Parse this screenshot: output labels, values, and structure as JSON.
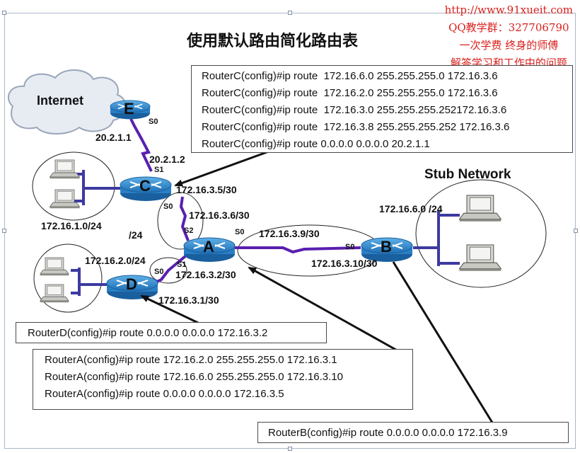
{
  "title": "使用默认路由简化路由表",
  "watermark": {
    "url": "http://www.91xueit.com",
    "qq": "QQ教学群：327706790",
    "line1": "一次学费   终身的师傅",
    "line2": "解答学习和工作中的问题"
  },
  "cloud_label": "Internet",
  "stub_label": "Stub Network",
  "routers": {
    "e": "E",
    "c": "C",
    "a": "A",
    "b": "B",
    "d": "D"
  },
  "ports": {
    "e_s0": "S0",
    "c_s1": "S1",
    "c_s0": "S0",
    "a_s2": "S2",
    "a_s0": "S0",
    "a_s1": "S1",
    "b_s0": "S0",
    "d_s0": "S0"
  },
  "ip_labels": {
    "e_link": "20.2.1.1",
    "c_link": "20.2.1.2",
    "c_a_c": "172.16.3.5/30",
    "c_a_a": "172.16.3.6/30",
    "lan_c": "172.16.1.0/24",
    "slash24": "/24",
    "lan_d": "172.16.2.0/24",
    "a_d_a": "172.16.3.2/30",
    "a_d_d": "172.16.3.1/30",
    "a_b_a": "172.16.3.9/30",
    "a_b_b": "172.16.3.10/30",
    "lan_b": "172.16.6.0 /24"
  },
  "config_c": [
    "RouterC(config)#ip route  172.16.6.0 255.255.255.0 172.16.3.6",
    "RouterC(config)#ip route  172.16.2.0 255.255.255.0 172.16.3.6",
    "RouterC(config)#ip route  172.16.3.0 255.255.255.252172.16.3.6",
    "RouterC(config)#ip route  172.16.3.8 255.255.255.252 172.16.3.6",
    "RouterC(config)#ip route 0.0.0.0 0.0.0.0 20.2.1.1"
  ],
  "config_d": [
    "RouterD(config)#ip route 0.0.0.0 0.0.0.0 172.16.3.2"
  ],
  "config_a": [
    "RouterA(config)#ip route 172.16.2.0 255.255.255.0 172.16.3.1",
    "RouterA(config)#ip route 172.16.6.0 255.255.255.0 172.16.3.10",
    "RouterA(config)#ip route 0.0.0.0 0.0.0.0 172.16.3.5"
  ],
  "config_b": [
    "RouterB(config)#ip route 0.0.0.0 0.0.0.0 172.16.3.9"
  ],
  "icons": {
    "router": "router-icon",
    "computer": "computer-icon",
    "cloud": "cloud-icon"
  },
  "colors": {
    "serial_link": "#5a1fb0",
    "router_body": "#2a7fc4",
    "watermark": "#d9201c",
    "arrow": "#111111"
  }
}
